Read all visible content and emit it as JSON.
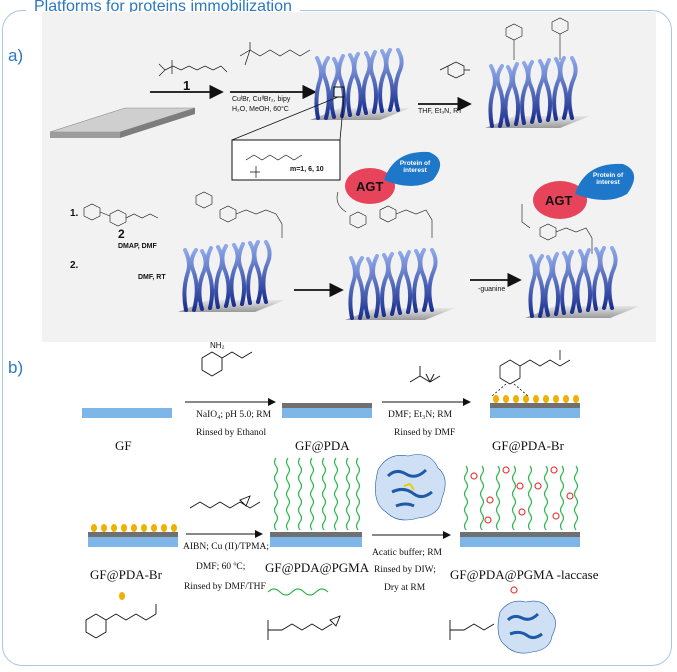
{
  "title": "Platforms for proteins immobilization",
  "panel_a": {
    "label": "a)",
    "step1_number": "1",
    "step1_conditions": [
      "CuᴵBr, CuᴵᴵBr₂, bipy",
      "H₂O, MeOH, 60°C"
    ],
    "step2_conditions": "THF, Et₃N, RT",
    "inset_m": "m=1, 6, 10",
    "step3_reagent1": "1.",
    "step3_reagent2": "2.",
    "step3_compound": "2",
    "step3_cond1": "DMAP, DMF",
    "step3_cond2": "DMF, RT",
    "step4_label": "-guanine",
    "agt_label": "AGT",
    "protein_label": "Protein of interest"
  },
  "panel_b": {
    "label": "b)",
    "row1": {
      "start": "GF",
      "step1_cond1": "NaIO₄; pH 5.0; RM",
      "step1_cond2": "Rinsed by Ethanol",
      "mid": "GF@PDA",
      "step2_cond1": "DMF; Et₃N; RM",
      "step2_cond2": "Rinsed by DMF",
      "end": "GF@PDA-Br",
      "amine_label": "NH₂"
    },
    "row2": {
      "start": "GF@PDA-Br",
      "step1_cond1": "AIBN; Cu (II)/TPMA;",
      "step1_cond2": "DMF; 60 ºC;",
      "step1_cond3": "Rinsed by DMF/THF",
      "mid": "GF@PDA@PGMA",
      "step2_cond1": "Acatic buffer; RM",
      "step2_cond2": "Rinsed by DIW;",
      "step2_cond3": "Dry at RM",
      "end": "GF@PDA@PGMA -laccase"
    }
  },
  "colors": {
    "accent": "#2a78c2",
    "frame": "#a9c6e4",
    "substrate": "#7fb6e8",
    "pda": "#707070",
    "brush_dark": "#1a2f8f",
    "brush_light": "#6a86d8",
    "pgma": "#2db44a",
    "agt": "#e7445c",
    "protein": "#1e77c8",
    "dot": "#f0b000"
  }
}
